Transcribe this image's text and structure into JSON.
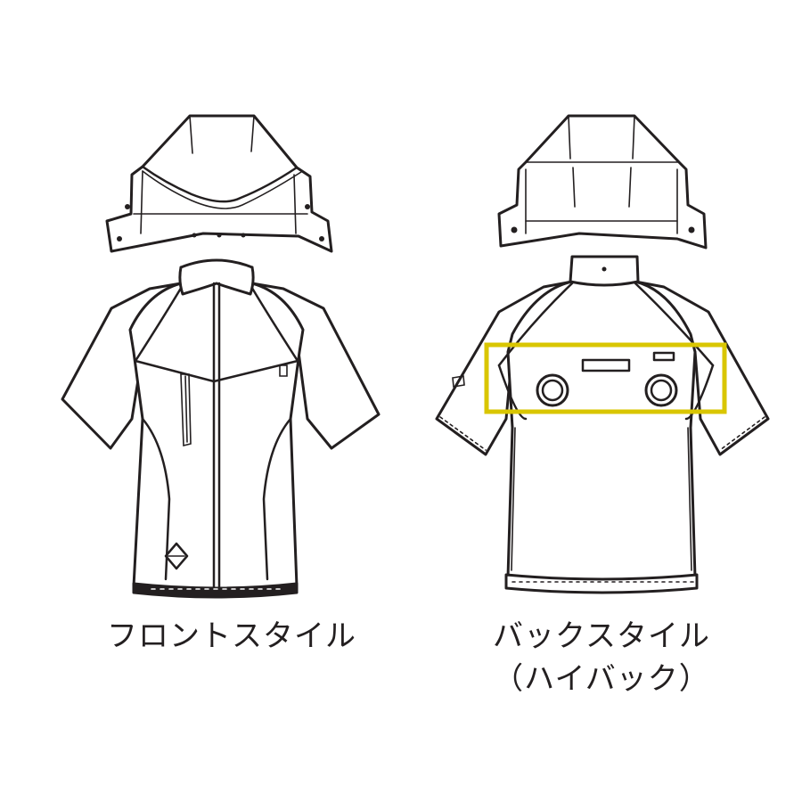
{
  "captions": {
    "front": "フロントスタイル",
    "back": "バックスタイル",
    "back_sub": "（ハイバック）"
  },
  "colors": {
    "line": "#231f20",
    "highlight": "#d9c600",
    "background": "#ffffff"
  }
}
